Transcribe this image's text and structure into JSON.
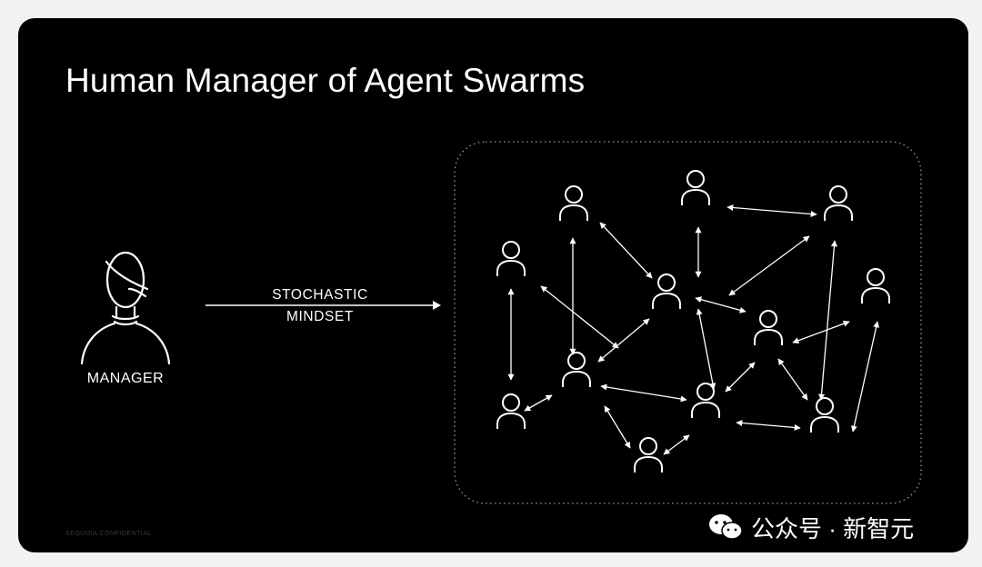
{
  "slide": {
    "title": "Human Manager of Agent Swarms",
    "manager_label": "MANAGER",
    "arrow_label_line1": "STOCHASTIC",
    "arrow_label_line2": "MINDSET",
    "footer_note": "SEQUOIA CONFIDENTIAL"
  },
  "watermark": {
    "text": "公众号 · 新智元",
    "icon": "wechat-icon"
  },
  "colors": {
    "background": "#000000",
    "foreground": "#ffffff",
    "page": "#f2f2f2"
  }
}
